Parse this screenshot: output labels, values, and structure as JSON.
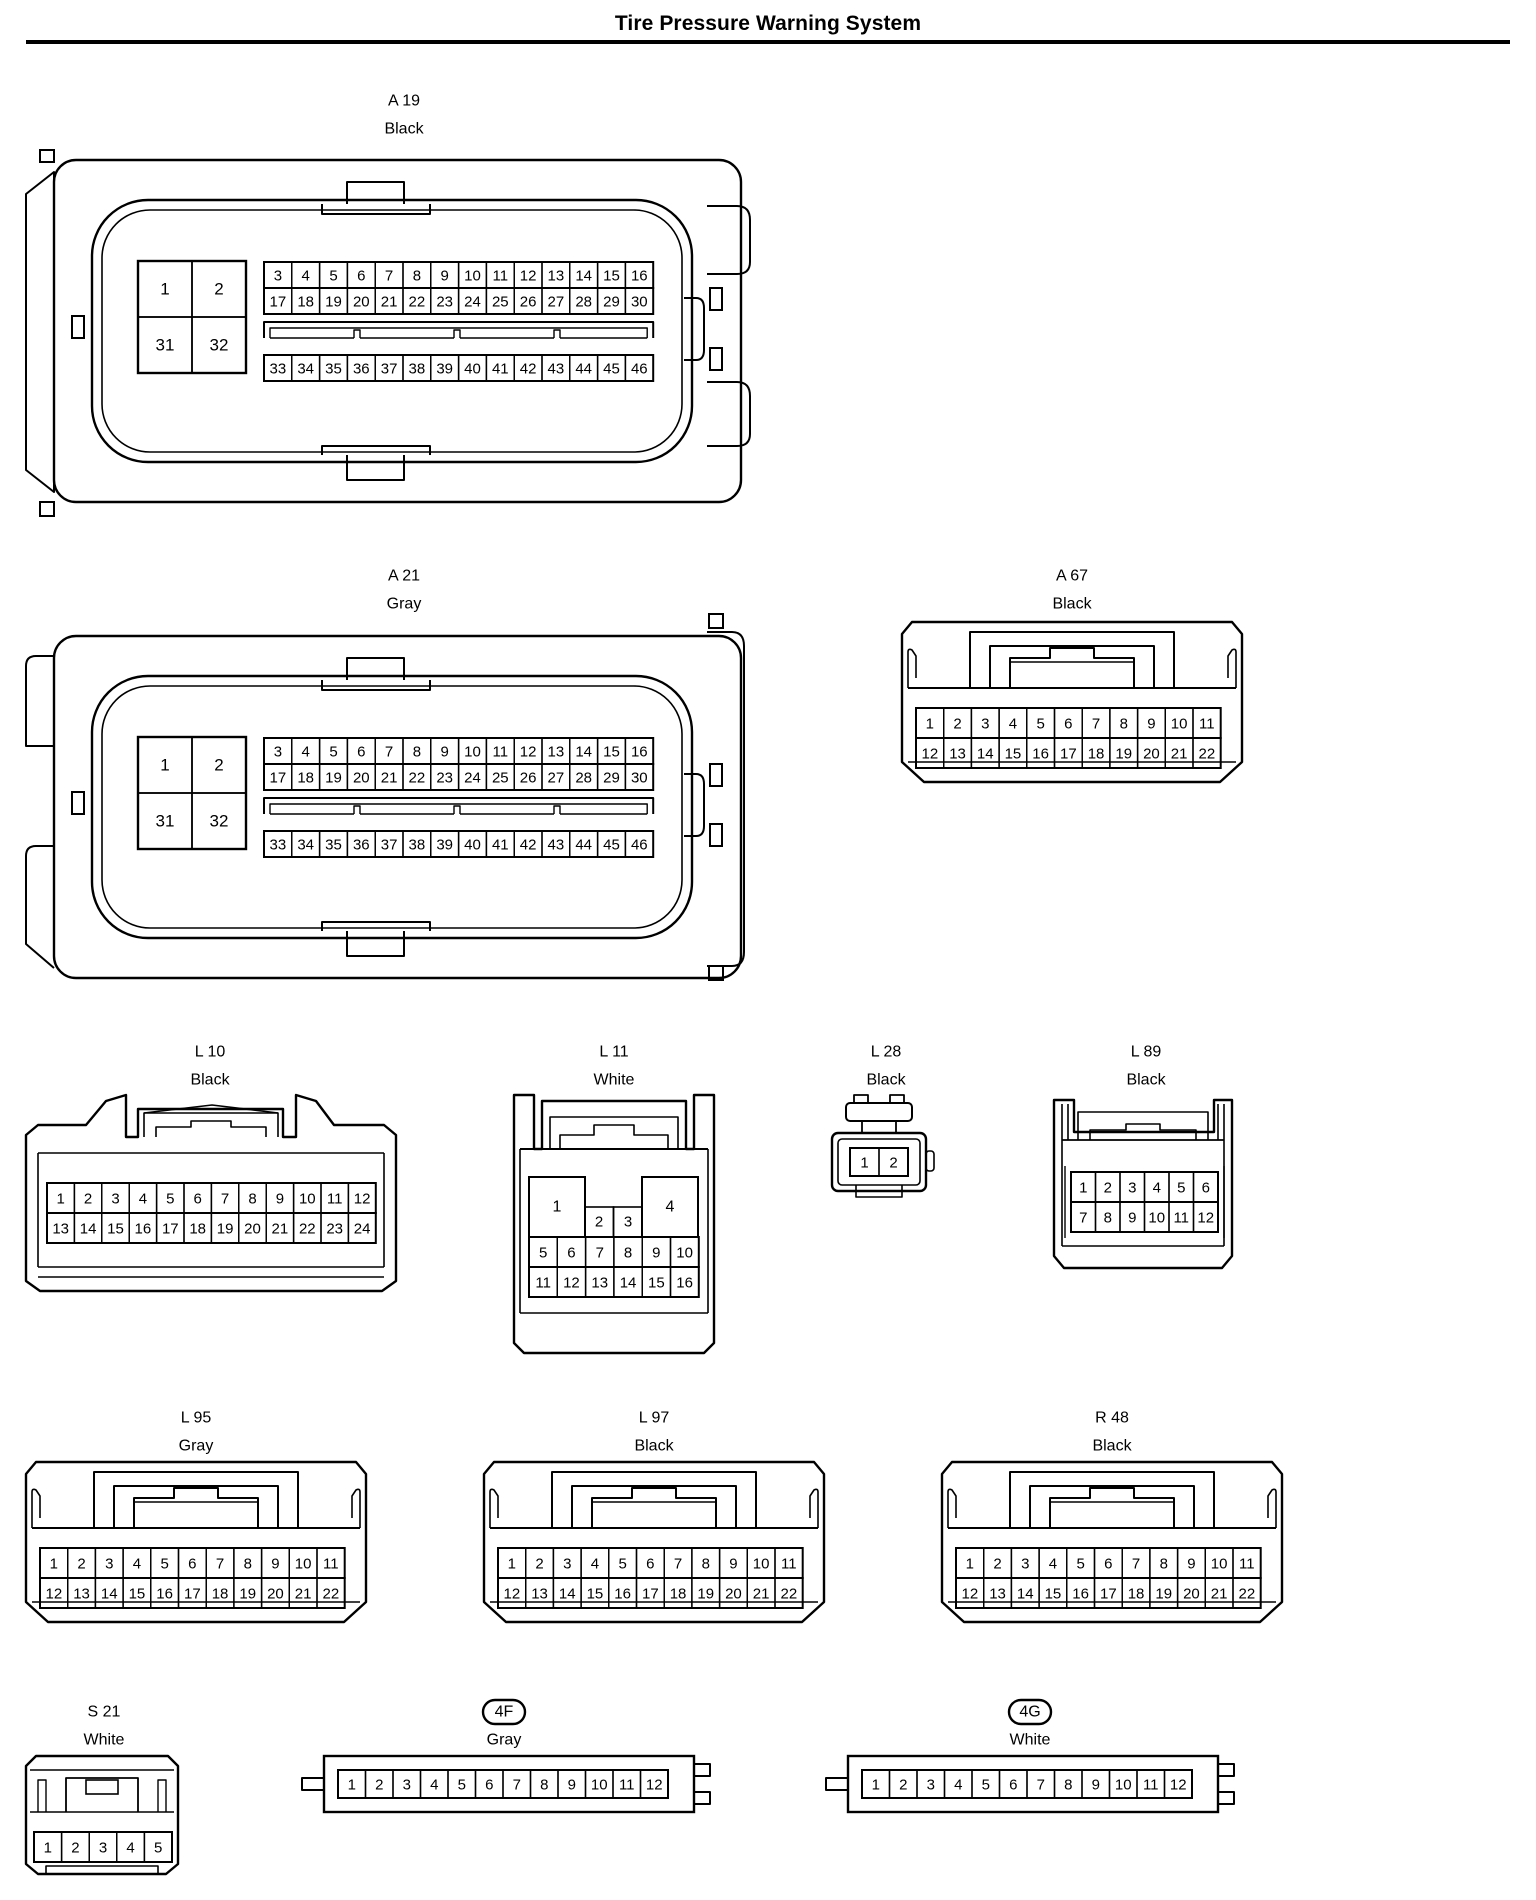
{
  "title": "Tire Pressure Warning System",
  "connectors": [
    {
      "id": "A 19",
      "color": "Black",
      "pins": {
        "big": [
          "1",
          "2",
          "31",
          "32"
        ],
        "rows": [
          [
            "3",
            "4",
            "5",
            "6",
            "7",
            "8",
            "9",
            "10",
            "11",
            "12",
            "13",
            "14",
            "15",
            "16"
          ],
          [
            "17",
            "18",
            "19",
            "20",
            "21",
            "22",
            "23",
            "24",
            "25",
            "26",
            "27",
            "28",
            "29",
            "30"
          ],
          [
            "33",
            "34",
            "35",
            "36",
            "37",
            "38",
            "39",
            "40",
            "41",
            "42",
            "43",
            "44",
            "45",
            "46"
          ]
        ]
      }
    },
    {
      "id": "A 21",
      "color": "Gray",
      "pins": {
        "big": [
          "1",
          "2",
          "31",
          "32"
        ],
        "rows": [
          [
            "3",
            "4",
            "5",
            "6",
            "7",
            "8",
            "9",
            "10",
            "11",
            "12",
            "13",
            "14",
            "15",
            "16"
          ],
          [
            "17",
            "18",
            "19",
            "20",
            "21",
            "22",
            "23",
            "24",
            "25",
            "26",
            "27",
            "28",
            "29",
            "30"
          ],
          [
            "33",
            "34",
            "35",
            "36",
            "37",
            "38",
            "39",
            "40",
            "41",
            "42",
            "43",
            "44",
            "45",
            "46"
          ]
        ]
      }
    },
    {
      "id": "A 67",
      "color": "Black",
      "pins": {
        "rows": [
          [
            "1",
            "2",
            "3",
            "4",
            "5",
            "6",
            "7",
            "8",
            "9",
            "10",
            "11"
          ],
          [
            "12",
            "13",
            "14",
            "15",
            "16",
            "17",
            "18",
            "19",
            "20",
            "21",
            "22"
          ]
        ]
      }
    },
    {
      "id": "L 10",
      "color": "Black",
      "pins": {
        "rows": [
          [
            "1",
            "2",
            "3",
            "4",
            "5",
            "6",
            "7",
            "8",
            "9",
            "10",
            "11",
            "12"
          ],
          [
            "13",
            "14",
            "15",
            "16",
            "17",
            "18",
            "19",
            "20",
            "21",
            "22",
            "23",
            "24"
          ]
        ]
      }
    },
    {
      "id": "L 11",
      "color": "White",
      "pins": {
        "big": [
          "1",
          "4"
        ],
        "small": [
          "2",
          "3"
        ],
        "rows": [
          [
            "5",
            "6",
            "7",
            "8",
            "9",
            "10"
          ],
          [
            "11",
            "12",
            "13",
            "14",
            "15",
            "16"
          ]
        ]
      }
    },
    {
      "id": "L 28",
      "color": "Black",
      "pins": {
        "rows": [
          [
            "1",
            "2"
          ]
        ]
      }
    },
    {
      "id": "L 89",
      "color": "Black",
      "pins": {
        "rows": [
          [
            "1",
            "2",
            "3",
            "4",
            "5",
            "6"
          ],
          [
            "7",
            "8",
            "9",
            "10",
            "11",
            "12"
          ]
        ]
      }
    },
    {
      "id": "L 95",
      "color": "Gray",
      "pins": {
        "rows": [
          [
            "1",
            "2",
            "3",
            "4",
            "5",
            "6",
            "7",
            "8",
            "9",
            "10",
            "11"
          ],
          [
            "12",
            "13",
            "14",
            "15",
            "16",
            "17",
            "18",
            "19",
            "20",
            "21",
            "22"
          ]
        ]
      }
    },
    {
      "id": "L 97",
      "color": "Black",
      "pins": {
        "rows": [
          [
            "1",
            "2",
            "3",
            "4",
            "5",
            "6",
            "7",
            "8",
            "9",
            "10",
            "11"
          ],
          [
            "12",
            "13",
            "14",
            "15",
            "16",
            "17",
            "18",
            "19",
            "20",
            "21",
            "22"
          ]
        ]
      }
    },
    {
      "id": "R 48",
      "color": "Black",
      "pins": {
        "rows": [
          [
            "1",
            "2",
            "3",
            "4",
            "5",
            "6",
            "7",
            "8",
            "9",
            "10",
            "11"
          ],
          [
            "12",
            "13",
            "14",
            "15",
            "16",
            "17",
            "18",
            "19",
            "20",
            "21",
            "22"
          ]
        ]
      }
    },
    {
      "id": "S 21",
      "color": "White",
      "pins": {
        "rows": [
          [
            "1",
            "2",
            "3",
            "4",
            "5"
          ]
        ]
      }
    },
    {
      "id": "4F",
      "color": "Gray",
      "boxed": true,
      "pins": {
        "rows": [
          [
            "1",
            "2",
            "3",
            "4",
            "5",
            "6",
            "7",
            "8",
            "9",
            "10",
            "11",
            "12"
          ]
        ]
      }
    },
    {
      "id": "4G",
      "color": "White",
      "boxed": true,
      "pins": {
        "rows": [
          [
            "1",
            "2",
            "3",
            "4",
            "5",
            "6",
            "7",
            "8",
            "9",
            "10",
            "11",
            "12"
          ]
        ]
      }
    }
  ]
}
